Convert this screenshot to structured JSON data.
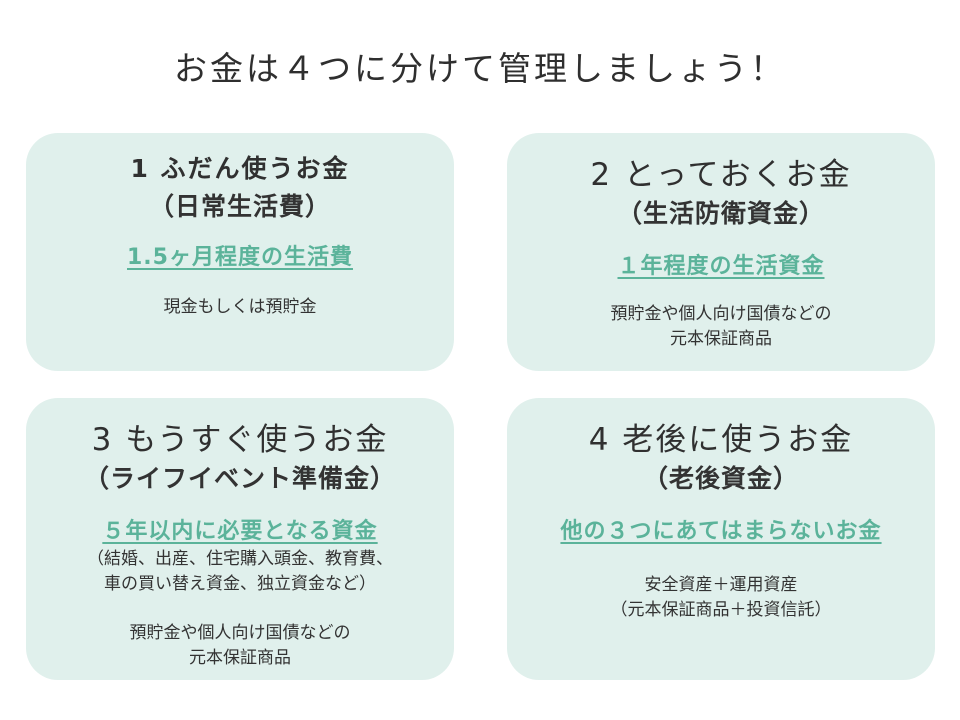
{
  "title": "お金は４つに分けて管理しましょう！",
  "cards": [
    {
      "heading": "1 ふだん使うお金",
      "subheading": "（日常生活費）",
      "highlight": "1.5ヶ月程度の生活費",
      "lines": [
        "現金もしくは預貯金"
      ]
    },
    {
      "heading": "2 とっておくお金",
      "subheading": "（生活防衛資金）",
      "highlight": "１年程度の生活資金",
      "lines": [
        "預貯金や個人向け国債などの",
        "元本保証商品"
      ]
    },
    {
      "heading": "3 もうすぐ使うお金",
      "subheading": "（ライフイベント準備金）",
      "highlight": "５年以内に必要となる資金",
      "note_lines": [
        "（結婚、出産、住宅購入頭金、教育費、",
        "車の買い替え資金、独立資金など）"
      ],
      "lines": [
        "預貯金や個人向け国債などの",
        "元本保証商品"
      ]
    },
    {
      "heading": "4 老後に使うお金",
      "subheading": "（老後資金）",
      "highlight": "他の３つにあてはまらないお金",
      "lines": [
        "安全資産＋運用資産",
        "（元本保証商品＋投資信託）"
      ]
    }
  ],
  "colors": {
    "card_background": "#e0f0ec",
    "highlight_text": "#5bb39a"
  }
}
